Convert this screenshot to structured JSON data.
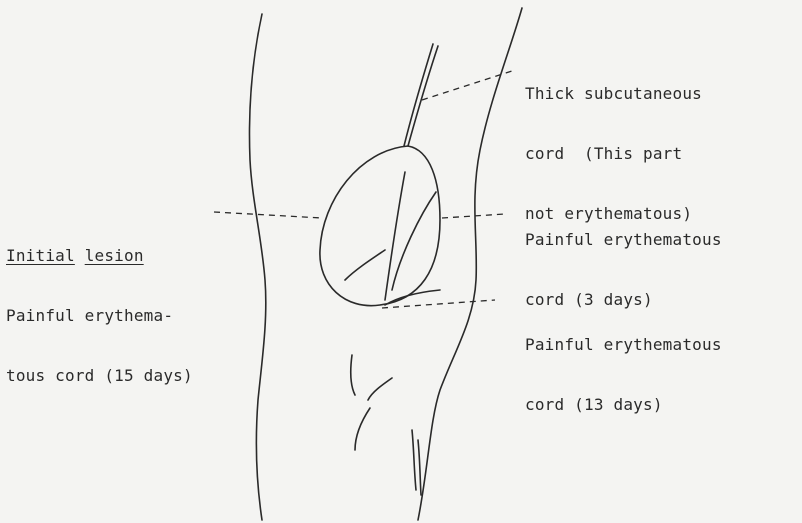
{
  "annotations": {
    "thick_cord": {
      "line1": "Thick subcutaneous",
      "line2": "cord  (This part",
      "line3": "not erythematous)"
    },
    "three_days": {
      "line1": "Painful erythematous",
      "line2": "cord (3 days)"
    },
    "thirteen_days": {
      "line1": "Painful erythematous",
      "line2": "cord (13 days)"
    },
    "initial_lesion": {
      "word1": "Initial",
      "word2": "lesion",
      "line2": "Painful erythema-",
      "line3": "tous cord (15 days)"
    }
  },
  "colors": {
    "ink": "#2a2a2a",
    "paper": "#f4f4f2"
  }
}
